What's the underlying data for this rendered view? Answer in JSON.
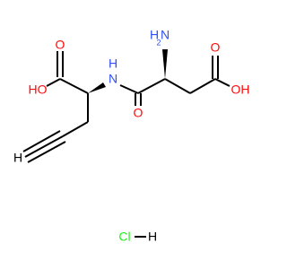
{
  "colors": {
    "carbon": "#000000",
    "oxygen": "#ff0d0d",
    "nitrogen": "#3050f8",
    "chlorine": "#1ff01f",
    "background": "#ffffff"
  },
  "atoms": {
    "o_acid1_top": "O",
    "oh_acid1": "HO",
    "nh_amide": "N",
    "nh_amide_h": "H",
    "nh2": "H",
    "nh2_n": "N",
    "nh2_sub": "2",
    "o_acid2_top": "O",
    "oh_acid2": "OH",
    "o_amide": "O",
    "h_alkyne": "H",
    "cl": "Cl",
    "hcl_h": "H"
  }
}
